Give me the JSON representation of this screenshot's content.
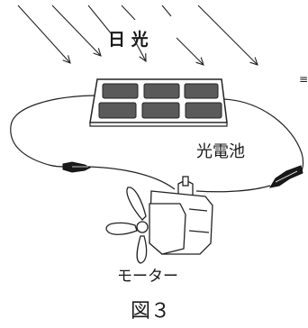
{
  "labels": {
    "sunlight": "日 光",
    "solar_cell": "光電池",
    "motor": "モーター",
    "caption": "図３",
    "edge_glyph": "≡"
  }
}
